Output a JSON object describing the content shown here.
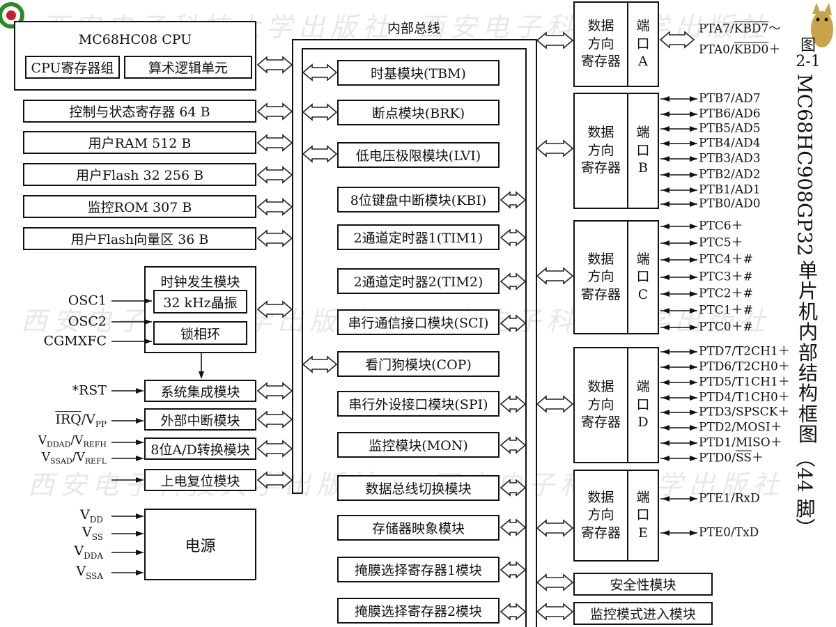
{
  "title": {
    "fig_no": "图 2-1",
    "part_name": "MC68HC908GP32",
    "part_desc": [
      "单",
      "片",
      "机",
      "内",
      "部",
      "结",
      "构",
      "框",
      "图"
    ],
    "pins": "（44 脚）"
  },
  "watermark": "西安电子科技大学出版社",
  "bus_label": "内部总线",
  "cpu": {
    "title": "MC68HC08 CPU",
    "regs": "CPU寄存器组",
    "alu": "算术逻辑单元"
  },
  "memory": [
    "控制与状态寄存器  64 B",
    "用户RAM  512 B",
    "用户Flash  32 256 B",
    "监控ROM  307 B",
    "用户Flash向量区  36 B"
  ],
  "clock": {
    "title": "时钟发生模块",
    "crystal": "32 kHz晶振",
    "pll": "锁相环",
    "inputs": [
      "OSC1",
      "OSC2",
      "CGMXFC"
    ]
  },
  "left_modules": {
    "sim": "系统集成模块",
    "sim_pin": "*RST",
    "irq": "外部中断模块",
    "irq_pin": "IRQ",
    "irq_pin_suffix": "/V",
    "irq_pin_sub": "PP",
    "adc": "8位A/D转换模块",
    "adc_pin1": [
      "V",
      "DDAD",
      "/V",
      "REFH"
    ],
    "adc_pin2": [
      "V",
      "SSAD",
      "/V",
      "REFL"
    ],
    "por": "上电复位模块"
  },
  "power": {
    "label": "电源",
    "pins": [
      [
        "V",
        "DD"
      ],
      [
        "V",
        "SS"
      ],
      [
        "V",
        "DDA"
      ],
      [
        "V",
        "SSA"
      ]
    ]
  },
  "bus_modules": [
    "时基模块(TBM)",
    "断点模块(BRK)",
    "低电压极限模块(LVI)",
    "8位键盘中断模块(KBI)",
    "2通道定时器1(TIM1)",
    "2通道定时器2(TIM2)",
    "串行通信接口模块(SCI)",
    "看门狗模块(COP)",
    "串行外设接口模块(SPI)",
    "监控模块(MON)",
    "数据总线切换模块",
    "存储器映象模块",
    "掩膜选择寄存器1模块",
    "掩膜选择寄存器2模块"
  ],
  "ports": {
    "ddr_label": [
      "数据",
      "方向",
      "寄存器"
    ],
    "port_chars": [
      "端",
      "口"
    ],
    "A": {
      "letter": "A",
      "pins": [
        "PTA7/",
        "PTA0/"
      ],
      "pins_ov": [
        "KBD7",
        "KBD0"
      ],
      "pins_tail": [
        "～",
        "＋"
      ]
    },
    "B": {
      "letter": "B",
      "pins": [
        "PTB7/AD7",
        "PTB6/AD6",
        "PTB5/AD5",
        "PTB4/AD4",
        "PTB3/AD3",
        "PTB2/AD2",
        "PTB1/AD1",
        "PTB0/AD0"
      ]
    },
    "C": {
      "letter": "C",
      "pins": [
        "PTC6＋",
        "PTC5＋",
        "PTC4＋#",
        "PTC3＋#",
        "PTC2＋#",
        "PTC1＋#",
        "PTC0＋#"
      ]
    },
    "D": {
      "letter": "D",
      "pins": [
        "PTD7/T2CH1＋",
        "PTD6/T2CH0＋",
        "PTD5/T1CH1＋",
        "PTD4/T1CH0＋",
        "PTD3/SPSCK＋",
        "PTD2/MOSI＋",
        "PTD1/MISO＋"
      ],
      "pin_last": "PTD0/",
      "pin_last_ov": "SS",
      "pin_last_tail": "＋"
    },
    "E": {
      "letter": "E",
      "pins": [
        "PTE1/RxD",
        "PTE0/TxD"
      ]
    }
  },
  "right_modules": [
    "安全性模块",
    "监控模式进入模块"
  ]
}
